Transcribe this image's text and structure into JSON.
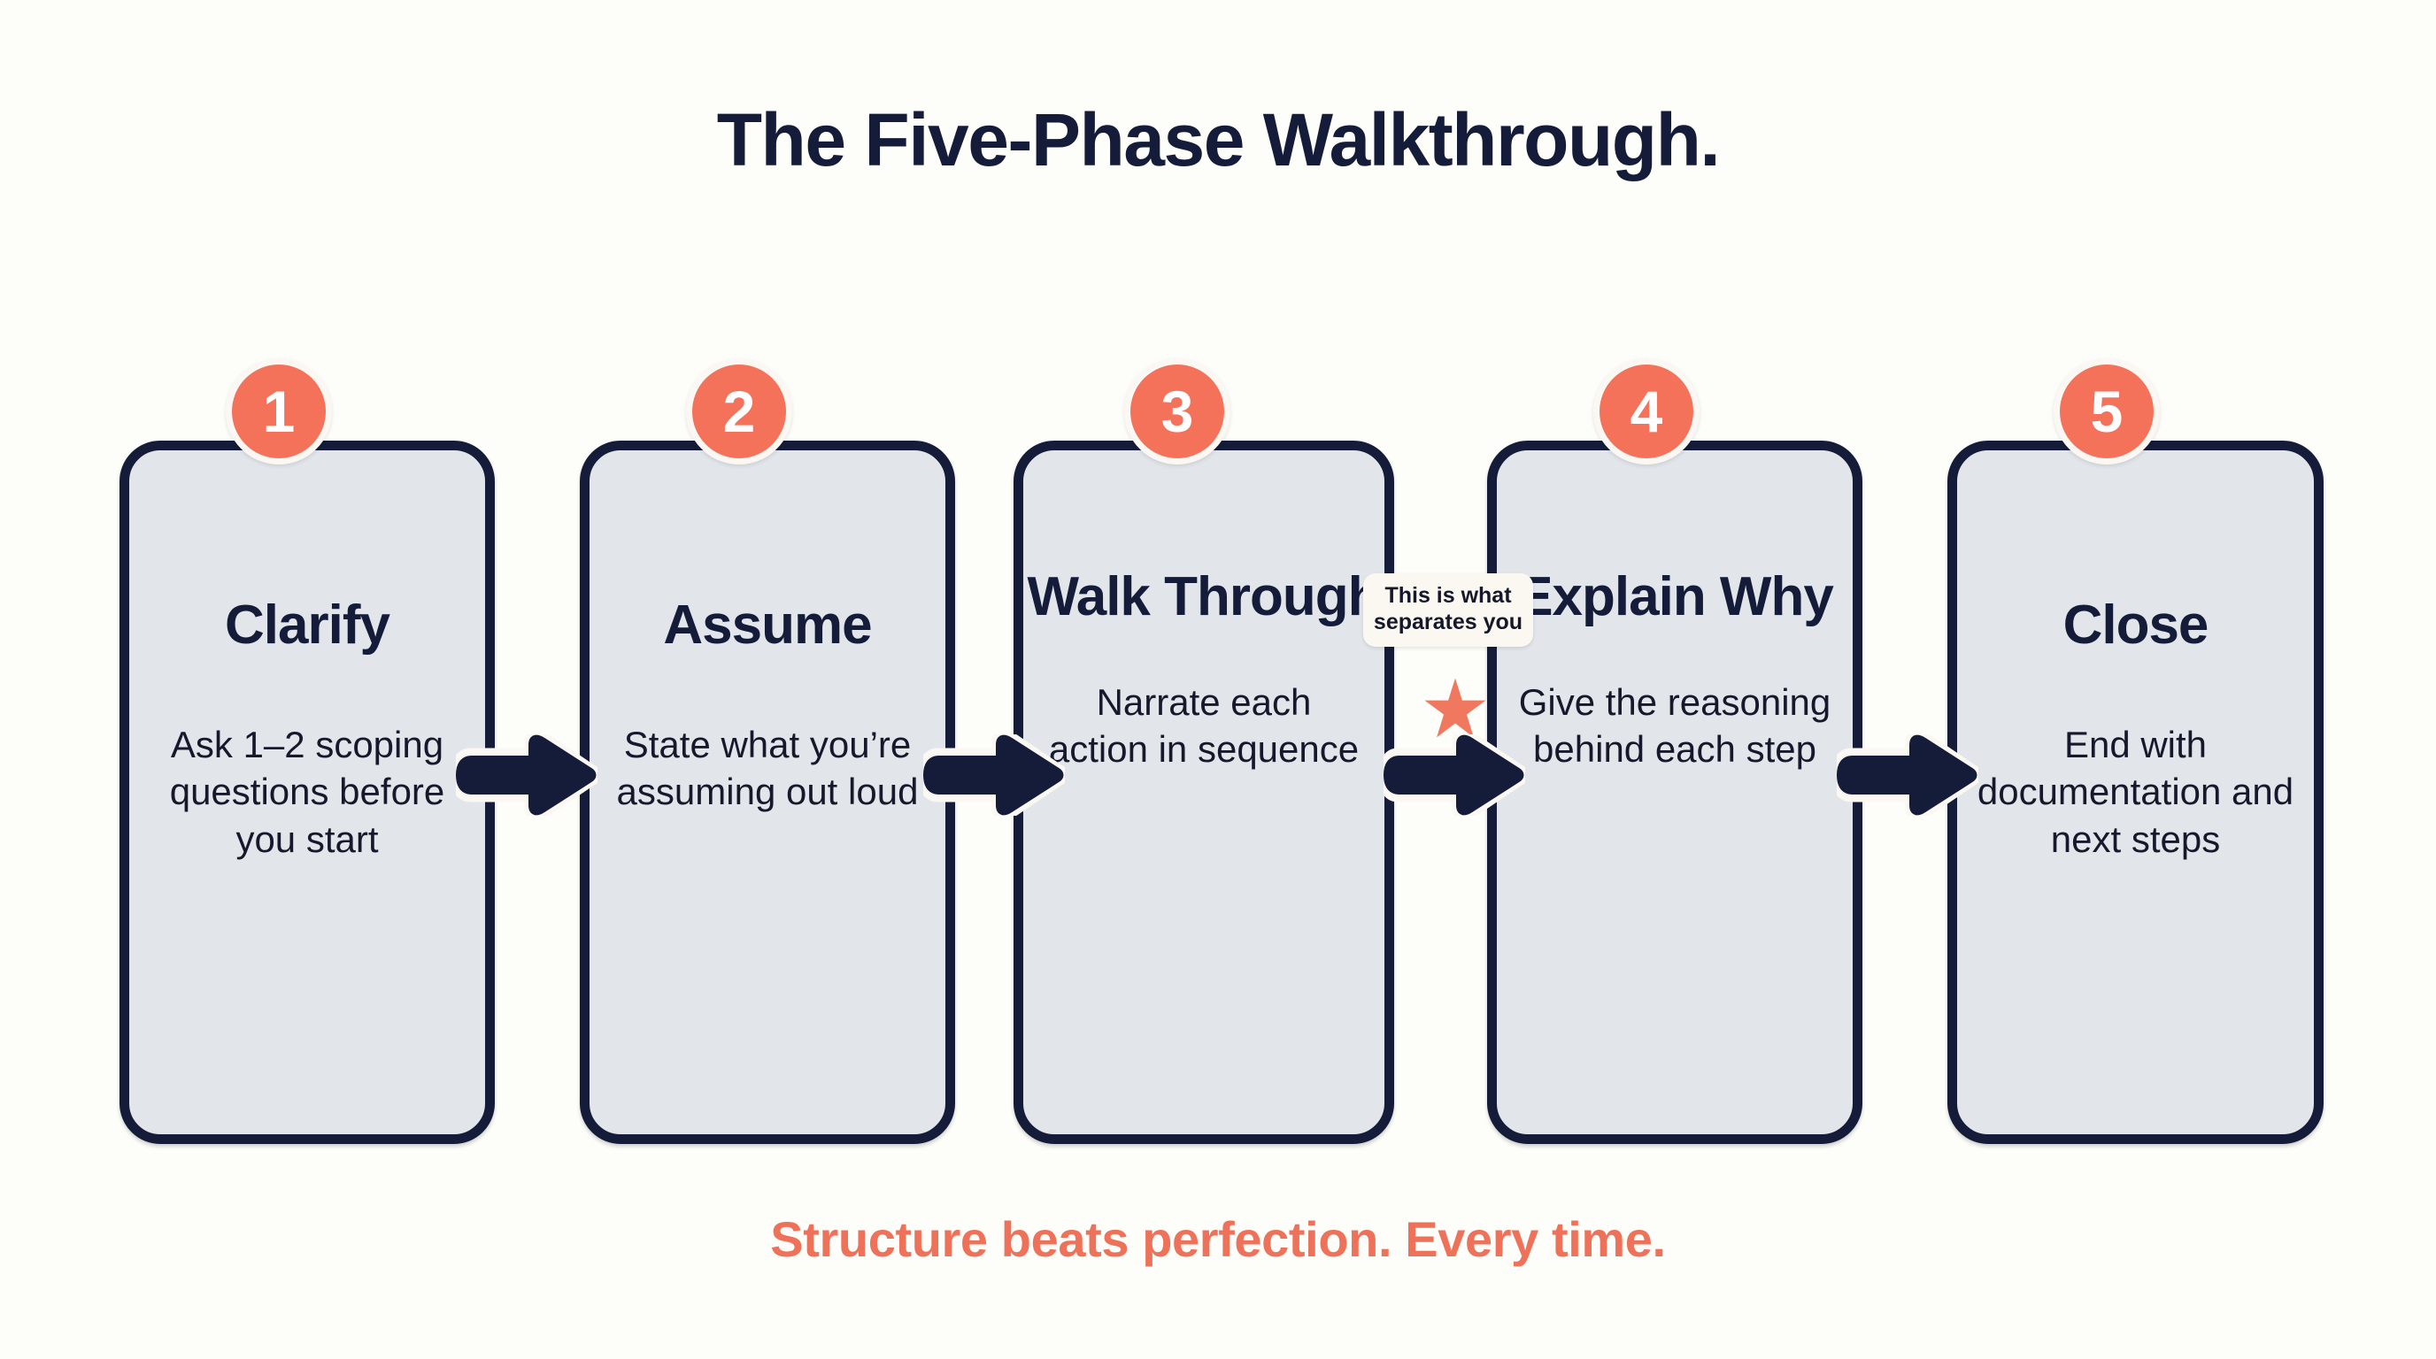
{
  "title": "The Five-Phase Walkthrough.",
  "footer": "Structure beats perfection. Every time.",
  "colors": {
    "background": "#fdfdfa",
    "navy": "#141c39",
    "card_fill": "#e2e6eb",
    "coral": "#f4715a",
    "footer_text": "#ee7159",
    "badge_ring": "#fbf8f3",
    "tooltip_fill": "#fbf7f1"
  },
  "phases": [
    {
      "number": "1",
      "title": "Clarify",
      "description": "Ask 1–2 scoping questions before you start"
    },
    {
      "number": "2",
      "title": "Assume",
      "description": "State what you’re assuming out loud"
    },
    {
      "number": "3",
      "title": "Walk Through",
      "description": "Narrate each action in sequence"
    },
    {
      "number": "4",
      "title": "Explain Why",
      "description": "Give the reasoning behind each step"
    },
    {
      "number": "5",
      "title": "Close",
      "description": "End with documentation and next steps"
    }
  ],
  "connectors": [
    {
      "icon": "arrow-right-icon"
    },
    {
      "icon": "arrow-right-icon"
    },
    {
      "icon": "arrow-right-icon"
    },
    {
      "icon": "arrow-right-icon"
    }
  ],
  "annotation": {
    "text": "This is what separates you",
    "icon": "star-icon",
    "attached_to_phase": "3"
  }
}
